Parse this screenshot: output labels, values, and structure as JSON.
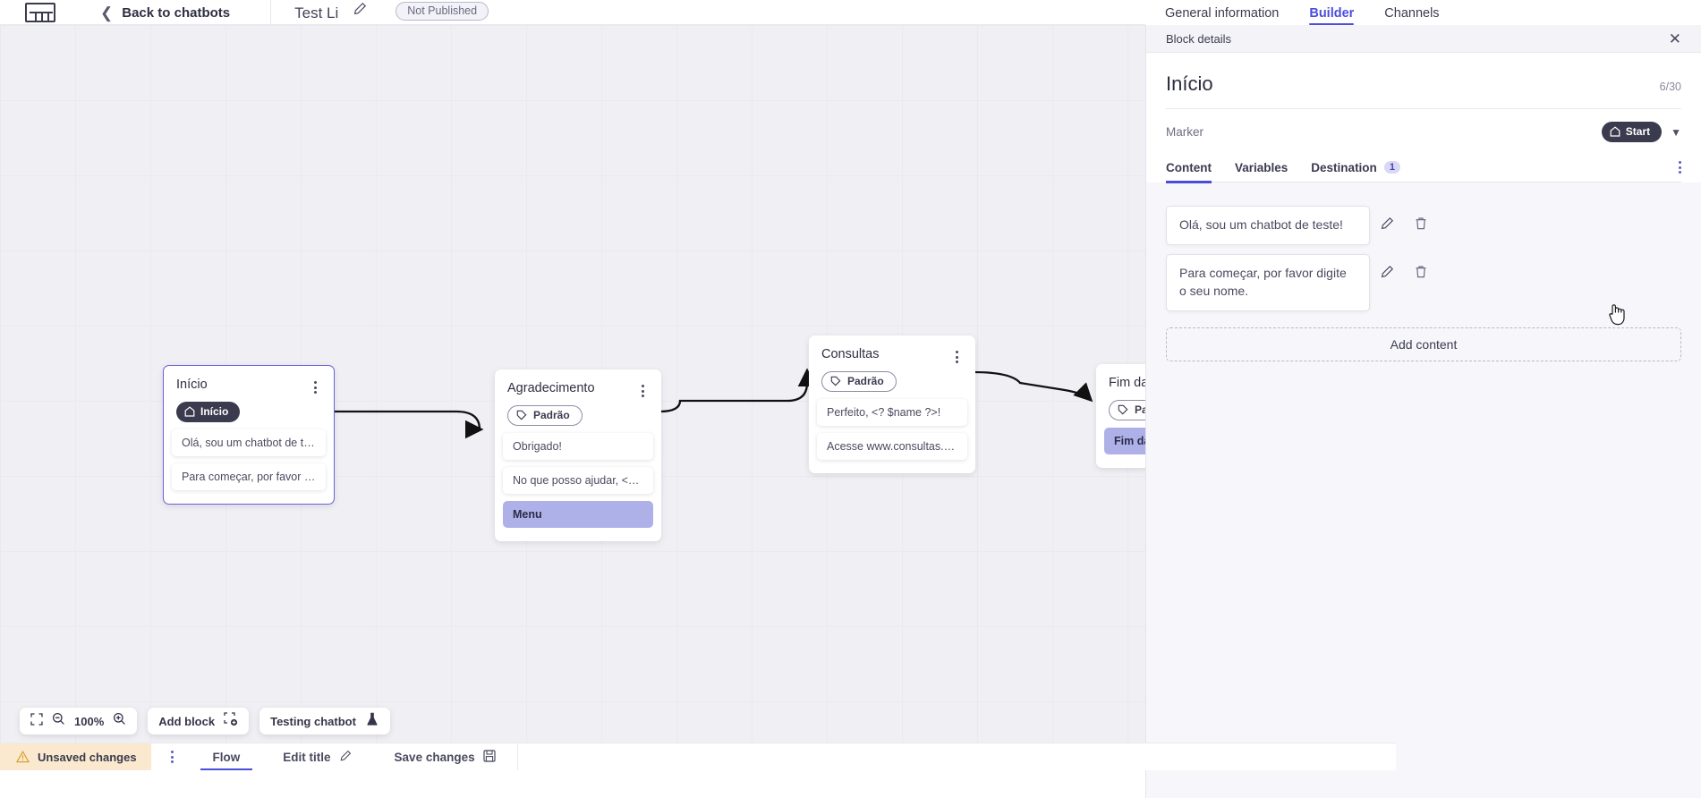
{
  "topbar": {
    "logo_icon": "bot-logo-icon",
    "back_chevron_icon": "chevron-left-icon",
    "back_label": "Back to chatbots",
    "bot_title": "Test Li",
    "edit_title_icon": "pencil-icon",
    "publish_status": "Not Published"
  },
  "app_tabs": [
    {
      "label": "General information",
      "active": false
    },
    {
      "label": "Builder",
      "active": true
    },
    {
      "label": "Channels",
      "active": false
    }
  ],
  "canvas": {
    "nodes": [
      {
        "title": "Início",
        "badge": {
          "label": "Início",
          "icon": "home-icon",
          "type": "start"
        },
        "items": [
          {
            "text": "Olá, sou um chatbot de teste!",
            "highlight": false
          },
          {
            "text": "Para começar, por favor digite o ...",
            "highlight": false
          }
        ],
        "selected": true
      },
      {
        "title": "Agradecimento",
        "badge": {
          "label": "Padrão",
          "icon": "tag-icon",
          "type": "default"
        },
        "items": [
          {
            "text": "Obrigado!",
            "highlight": false
          },
          {
            "text": "No que posso ajudar, <? $name ...",
            "highlight": false
          },
          {
            "text": "Menu",
            "highlight": true
          }
        ],
        "selected": false
      },
      {
        "title": "Consultas",
        "badge": {
          "label": "Padrão",
          "icon": "tag-icon",
          "type": "default"
        },
        "items": [
          {
            "text": "Perfeito, <? $name ?>!",
            "highlight": false
          },
          {
            "text": "Acesse www.consultas.com par...",
            "highlight": false
          }
        ],
        "selected": false
      },
      {
        "title": "Fim da conversa",
        "badge": {
          "label": "Padrão",
          "icon": "tag-icon",
          "type": "default"
        },
        "items": [
          {
            "text": "Fim da conversa",
            "highlight": true
          }
        ],
        "selected": false
      }
    ]
  },
  "float_toolbar": {
    "fit_icon": "fit-screen-icon",
    "zoom_out_icon": "zoom-out-icon",
    "zoom_level": "100%",
    "zoom_in_icon": "zoom-in-icon",
    "add_block_label": "Add block",
    "add_block_icon": "add-block-icon",
    "testing_label": "Testing chatbot",
    "testing_icon": "flask-icon"
  },
  "statusbar": {
    "unsaved_icon": "warning-triangle-icon",
    "unsaved_label": "Unsaved changes",
    "kebab_icon": "kebab-menu-icon",
    "items": [
      {
        "label": "Flow",
        "icon": "",
        "active": true
      },
      {
        "label": "Edit title",
        "icon": "pencil-icon",
        "active": false
      },
      {
        "label": "Save changes",
        "icon": "save-icon",
        "active": false
      }
    ]
  },
  "panel": {
    "header_title": "Block details",
    "close_icon": "close-icon",
    "title": "Início",
    "count": "6/30",
    "marker_label": "Marker",
    "marker_value": "Start",
    "marker_icon": "home-icon",
    "marker_chevron_icon": "chevron-down-icon",
    "kebab_icon": "kebab-menu-icon",
    "tabs": [
      {
        "label": "Content",
        "badge": "",
        "active": true
      },
      {
        "label": "Variables",
        "badge": "",
        "active": false
      },
      {
        "label": "Destination",
        "badge": "1",
        "active": false
      }
    ],
    "content_rows": [
      {
        "text": "Olá, sou um chatbot de teste!",
        "edit_icon": "pencil-icon",
        "delete_icon": "trash-icon"
      },
      {
        "text": "Para começar, por favor digite o seu nome.",
        "edit_icon": "pencil-icon",
        "delete_icon": "trash-icon"
      }
    ],
    "add_content_label": "Add content"
  },
  "colors": {
    "accent": "#4b4ddb",
    "highlight": "#aeb0e8",
    "dark_badge": "#3b3b4f",
    "warning_bg": "#fbe9cf"
  }
}
